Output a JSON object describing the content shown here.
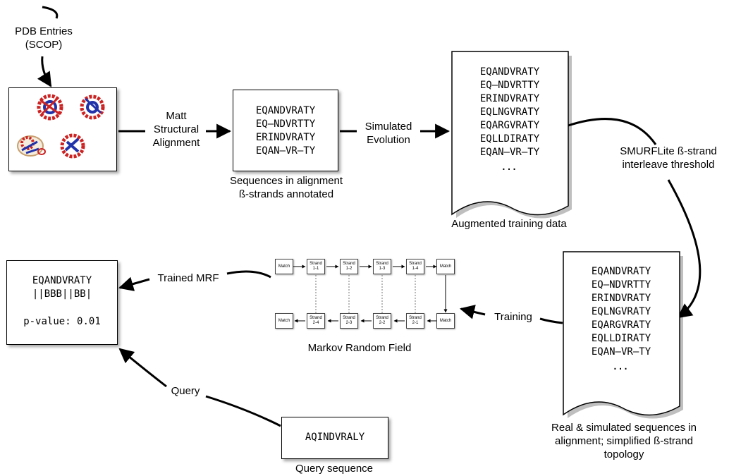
{
  "inputs": {
    "pdb_label_line1": "PDB Entries",
    "pdb_label_line2": "(SCOP)",
    "query_label": "Query",
    "query_sequence": "AQINDVRALY",
    "query_caption": "Query sequence"
  },
  "steps": {
    "matt_line1": "Matt",
    "matt_line2": "Structural",
    "matt_line3": "Alignment",
    "simulated_line1": "Simulated",
    "simulated_line2": "Evolution",
    "smurf_line1": "SMURFLite ß-strand",
    "smurf_line2": "interleave threshold",
    "training": "Training",
    "trained_mrf": "Trained MRF"
  },
  "alignment_box": {
    "sequences": [
      "EQANDVRATY",
      "EQ–NDVRTTY",
      "ERINDVRATY",
      "EQAN–VR–TY"
    ],
    "caption_line1": "Sequences in alignment",
    "caption_line2": "ß-strands annotated"
  },
  "augmented_doc": {
    "sequences": [
      "EQANDVRATY",
      "EQ–NDVRTTY",
      "ERINDVRATY",
      "EQLNGVRATY",
      "EQARGVRATY",
      "EQLLDIRATY",
      "EQAN–VR–TY"
    ],
    "ellipsis": "...",
    "caption": "Augmented training data"
  },
  "real_sim_doc": {
    "sequences": [
      "EQANDVRATY",
      "EQ–NDVRTTY",
      "ERINDVRATY",
      "EQLNGVRATY",
      "EQARGVRATY",
      "EQLLDIRATY",
      "EQAN–VR–TY"
    ],
    "ellipsis": "...",
    "caption_line1": "Real & simulated sequences in",
    "caption_line2": "alignment; simplified ß-strand",
    "caption_line3": "topology"
  },
  "output_box": {
    "sequence": "EQANDVRATY",
    "annotation": "||BBB||BB|",
    "pvalue": "p-value: 0.01"
  },
  "mrf": {
    "caption": "Markov Random Field",
    "top_row": [
      "Match",
      "Strand 1-1",
      "Strand 1-2",
      "Strand 1-3",
      "Strand 1-4",
      "Match"
    ],
    "bottom_row": [
      "Match",
      "Strand 2-4",
      "Strand 2-3",
      "Strand 2-2",
      "Strand 2-1",
      "Match"
    ]
  },
  "colors": {
    "line": "#000000",
    "protein_red": "#cc2222",
    "protein_blue": "#2233aa",
    "protein_tan": "#c8a070"
  }
}
